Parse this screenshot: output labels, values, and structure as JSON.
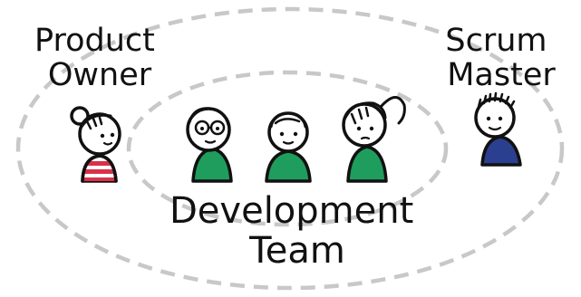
{
  "labels": {
    "product_owner": [
      "Product",
      "Owner"
    ],
    "scrum_master": [
      "Scrum",
      "Master"
    ],
    "development_team": [
      "Development",
      "Team"
    ]
  },
  "colors": {
    "ink": "#111111",
    "boundary": "#c8c8c8",
    "team_shirt": "#1f9d5c",
    "scrum_master_shirt": "#2a3f8f",
    "product_owner_stripes": "#d9314a"
  }
}
